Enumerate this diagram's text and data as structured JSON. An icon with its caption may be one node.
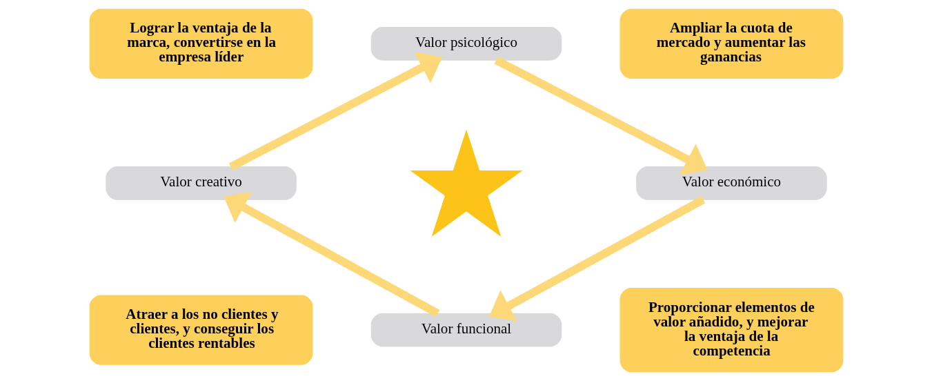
{
  "diagram": {
    "nodes": [
      {
        "text": [
          "Lograr la ventaja de la marca, convertirse en la empresa líder"
        ]
      },
      {
        "text": [
          "Valor psicológico"
        ]
      },
      {
        "text": [
          "Ampliar la cuota de mercado y aumentar las ganancias"
        ]
      },
      {
        "text": [
          "Valor creativo"
        ]
      },
      {
        "text": [],
        "shape": "star"
      },
      {
        "text": [
          "Valor económico"
        ]
      },
      {
        "text": [
          "Atraer a los no clientes y clientes, y conseguir los clientes rentables"
        ]
      },
      {
        "text": [
          "Valor funcional"
        ]
      },
      {
        "text": [
          "Proporcionar elementos de valor añadido, y mejorar la ventaja de la competencia"
        ]
      }
    ],
    "edges": [
      {
        "from": 3,
        "to": 1,
        "arrow": "to"
      },
      {
        "from": 1,
        "to": 5,
        "arrow": "to"
      },
      {
        "from": 5,
        "to": 7,
        "arrow": "to"
      },
      {
        "from": 7,
        "to": 3,
        "arrow": "to"
      }
    ]
  }
}
